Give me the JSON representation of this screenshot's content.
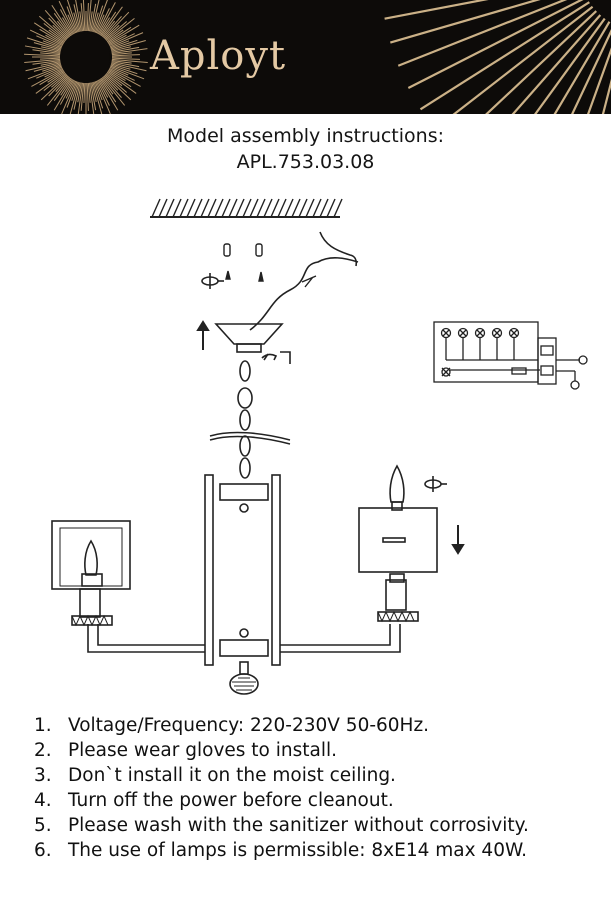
{
  "header": {
    "brand": "Aployt",
    "bg_color": "#0d0b09",
    "accent_color": "#e4c9a4"
  },
  "title": {
    "line1": "Model assembly instructions:",
    "line2": "APL.753.03.08"
  },
  "diagram": {
    "icons": [
      "ceiling-hatch-icon",
      "screw-icon",
      "rotate-arrow-icon",
      "up-arrow-icon",
      "down-arrow-icon",
      "wiring-terminal-icon",
      "candle-bulb-icon",
      "lamp-shade-icon"
    ]
  },
  "notes": [
    {
      "num": "1.",
      "text": "Voltage/Frequency: 220-230V 50-60Hz."
    },
    {
      "num": "2.",
      "text": "Please wear gloves to install."
    },
    {
      "num": "3.",
      "text": "Don`t install it on the moist ceiling."
    },
    {
      "num": "4.",
      "text": "Turn off the power before cleanout."
    },
    {
      "num": "5.",
      "text": "Please wash with the sanitizer without corrosivity."
    },
    {
      "num": "6.",
      "text": "The use of lamps is permissible: 8xE14 max 40W."
    }
  ]
}
